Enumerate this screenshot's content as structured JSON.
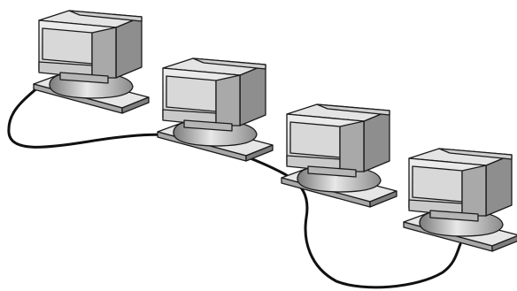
{
  "diagram": {
    "kind": "bus-network",
    "computers": [
      {
        "name": "computer-1",
        "icon": "crt-monitor-icon"
      },
      {
        "name": "computer-2",
        "icon": "crt-monitor-icon"
      },
      {
        "name": "computer-3",
        "icon": "crt-monitor-icon"
      },
      {
        "name": "computer-4",
        "icon": "crt-monitor-icon"
      }
    ],
    "cable": {
      "name": "network-cable",
      "color": "#111111"
    },
    "colors": {
      "background": "#ffffff",
      "outline": "#1a1a1a",
      "face_light": "#e4e4e4",
      "face_mid": "#c4c4c4",
      "face_dark": "#8e8e8e",
      "cable": "#111111"
    }
  }
}
